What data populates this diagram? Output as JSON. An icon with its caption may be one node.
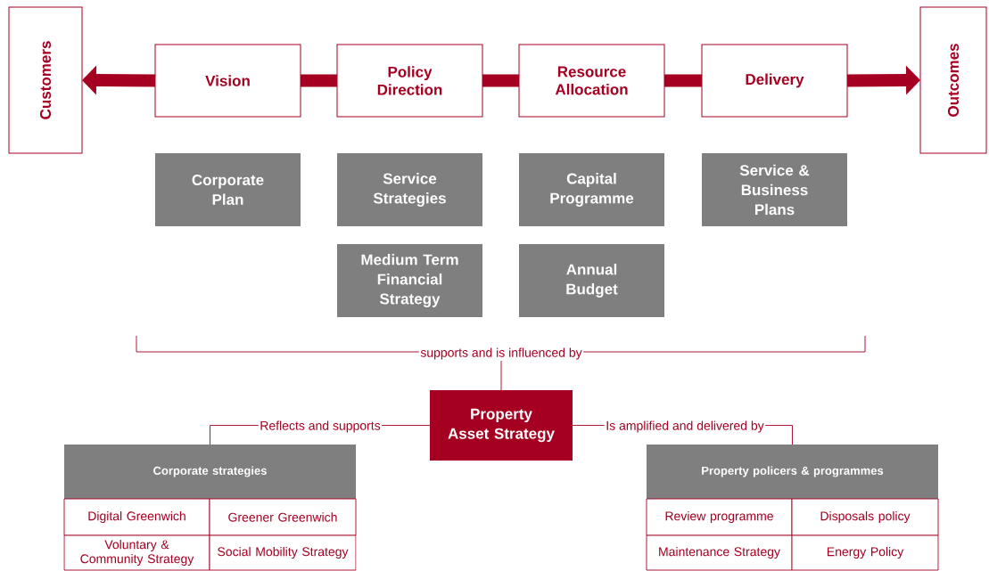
{
  "diagram": {
    "nodes": [
      {
        "text": [
          "Customers"
        ]
      },
      {
        "text": [
          "Vision"
        ]
      },
      {
        "text": [
          "Policy Direction"
        ]
      },
      {
        "text": [
          "Resource Allocation"
        ]
      },
      {
        "text": [
          "Delivery"
        ]
      },
      {
        "text": [
          "Outcomes"
        ]
      },
      {
        "text": [
          "Corporate Plan"
        ]
      },
      {
        "text": [
          "Service Strategies"
        ]
      },
      {
        "text": [
          "Capital Programme"
        ]
      },
      {
        "text": [
          "Service & Business Plans"
        ]
      },
      {
        "text": [
          "Medium Term Financial Strategy"
        ]
      },
      {
        "text": [
          "Annual Budget"
        ]
      },
      {
        "text": [
          "Property Asset Strategy"
        ]
      },
      {
        "text": [
          "Corporate strategies"
        ]
      },
      {
        "text": [
          "Digital Greenwich"
        ]
      },
      {
        "text": [
          "Greener Greenwich"
        ]
      },
      {
        "text": [
          "Voluntary & Community Strategy"
        ]
      },
      {
        "text": [
          "Social Mobility Strategy"
        ]
      },
      {
        "text": [
          "Property policers & programmes"
        ]
      },
      {
        "text": [
          "Review programme"
        ]
      },
      {
        "text": [
          "Disposals policy"
        ]
      },
      {
        "text": [
          "Maintenance Strategy"
        ]
      },
      {
        "text": [
          "Energy Policy"
        ]
      }
    ],
    "edges": [
      {
        "from": 1,
        "to": 0,
        "arrow": "to"
      },
      {
        "from": 1,
        "to": 2,
        "arrow": "none"
      },
      {
        "from": 2,
        "to": 3,
        "arrow": "none"
      },
      {
        "from": 3,
        "to": 4,
        "arrow": "none"
      },
      {
        "from": 4,
        "to": 5,
        "arrow": "to"
      },
      {
        "from": 12,
        "to": null,
        "arrow": "none",
        "label": "supports and is influenced by"
      },
      {
        "from": 12,
        "to": 13,
        "arrow": "none",
        "label": "Reflects and supports"
      },
      {
        "from": 12,
        "to": 18,
        "arrow": "none",
        "label": "Is amplified and delivered by"
      }
    ]
  }
}
